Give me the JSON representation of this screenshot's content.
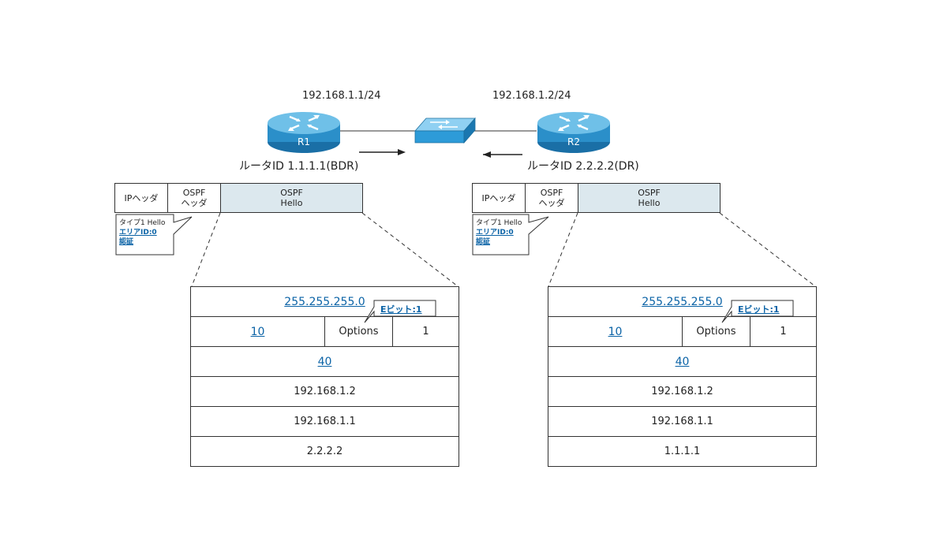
{
  "colors": {
    "router_body": "#2b8fc9",
    "switch_body": "#2d9bd8",
    "hello_fill": "#dce8ee",
    "link": "#0b63a6"
  },
  "routers": [
    {
      "name": "R1",
      "ip": "192.168.1.1/24",
      "router_id": "ルータID 1.1.1.1(BDR)"
    },
    {
      "name": "R2",
      "ip": "192.168.1.2/24",
      "router_id": "ルータID 2.2.2.2(DR)"
    }
  ],
  "packets": [
    {
      "header": {
        "ip": "IPヘッダ",
        "ospf": "OSPF\nヘッダ",
        "hello": "OSPF\nHello"
      },
      "callout": {
        "type": "タイプ1 Hello",
        "area": "エリアID:0",
        "auth": "認証"
      },
      "mask": "255.255.255.0",
      "ebit": "Eビット:1",
      "hello_interval": "10",
      "options": "Options",
      "priority": "1",
      "dead_interval": "40",
      "dr": "192.168.1.2",
      "bdr": "192.168.1.1",
      "neighbor": "2.2.2.2"
    },
    {
      "header": {
        "ip": "IPヘッダ",
        "ospf": "OSPF\nヘッダ",
        "hello": "OSPF\nHello"
      },
      "callout": {
        "type": "タイプ1 Hello",
        "area": "エリアID:0",
        "auth": "認証"
      },
      "mask": "255.255.255.0",
      "ebit": "Eビット:1",
      "hello_interval": "10",
      "options": "Options",
      "priority": "1",
      "dead_interval": "40",
      "dr": "192.168.1.2",
      "bdr": "192.168.1.1",
      "neighbor": "1.1.1.1"
    }
  ]
}
